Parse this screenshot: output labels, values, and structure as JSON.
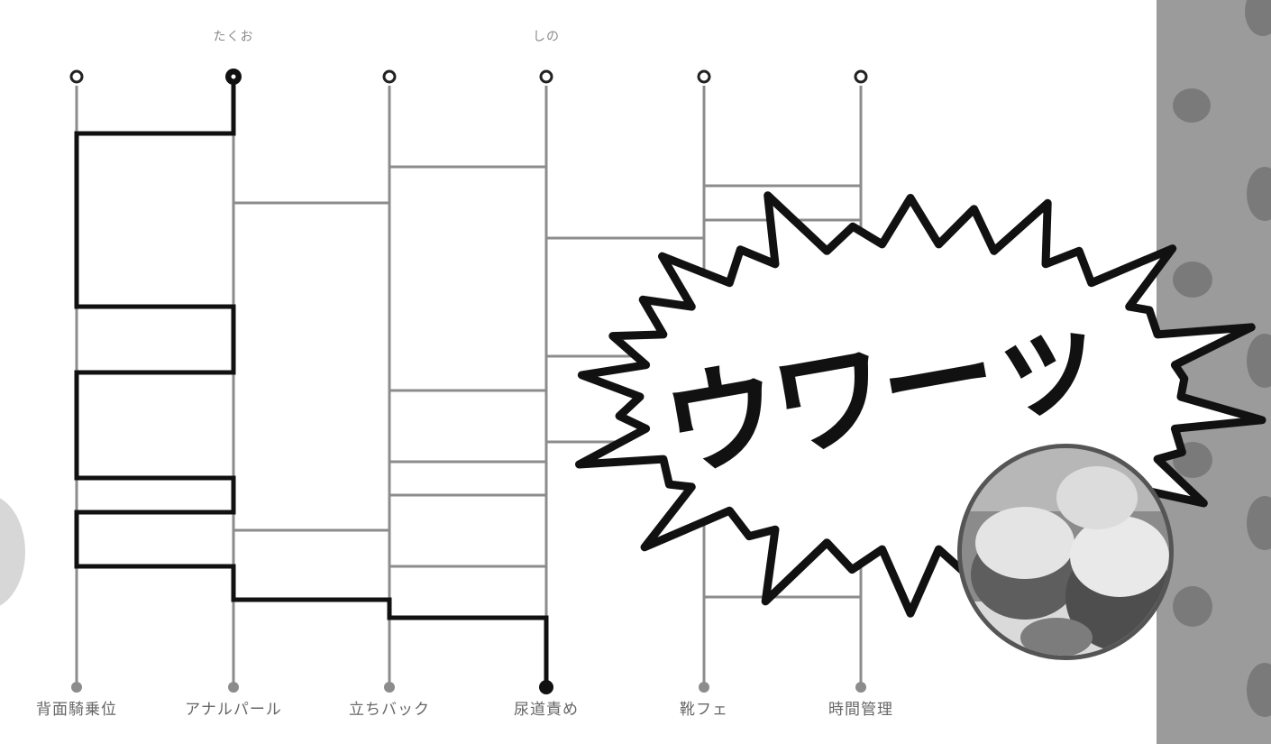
{
  "top_names": [
    {
      "column": 1,
      "text": "たくお"
    },
    {
      "column": 3,
      "text": "しの"
    }
  ],
  "bottom_labels": [
    "背面騎乗位",
    "アナルパール",
    "立ちバック",
    "尿道責め",
    "靴フェ",
    "時間管理"
  ],
  "burst_text": "ウワーッ",
  "colors": {
    "line": "#8c8c8c",
    "path": "#111111",
    "strip": "#9b9b9b"
  }
}
